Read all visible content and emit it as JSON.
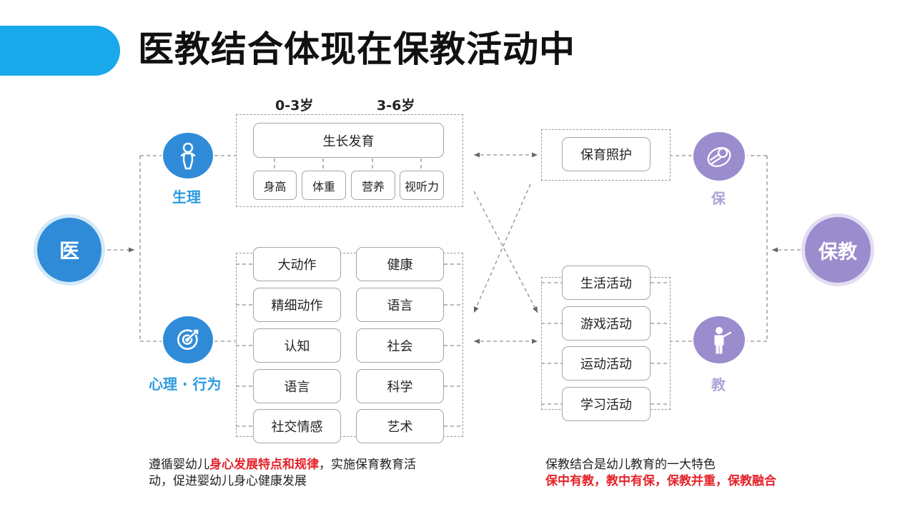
{
  "title": "医教结合体现在保教活动中",
  "ages": {
    "a": "0-3岁",
    "b": "3-6岁"
  },
  "left_main": "医",
  "right_main": "保教",
  "physiology": {
    "label": "生理",
    "growth": "生长发育",
    "items": [
      "身高",
      "体重",
      "营养",
      "视听力"
    ]
  },
  "psychology": {
    "label": "心理 · 行为",
    "col1": [
      "大动作",
      "精细动作",
      "认知",
      "语言",
      "社交情感"
    ],
    "col2": [
      "健康",
      "语言",
      "社会",
      "科学",
      "艺术"
    ]
  },
  "care": {
    "label": "保",
    "item": "保育照护"
  },
  "teach": {
    "label": "教",
    "items": [
      "生活活动",
      "游戏活动",
      "运动活动",
      "学习活动"
    ]
  },
  "note_left": {
    "pre": "遵循婴幼儿",
    "highlight": "身心发展特点和规律",
    "post": "，实施保育教育活",
    "line2": "动，促进婴幼儿身心健康发展"
  },
  "note_right": {
    "line1": "保教结合是幼儿教育的一大特色",
    "highlight": "保中有教，教中有保，保教并重，保教融合"
  },
  "colors": {
    "accent": "#19a9ea",
    "blue": "#2f8bd8",
    "purple": "#9b8ccd",
    "highlight": "#e4232a"
  }
}
